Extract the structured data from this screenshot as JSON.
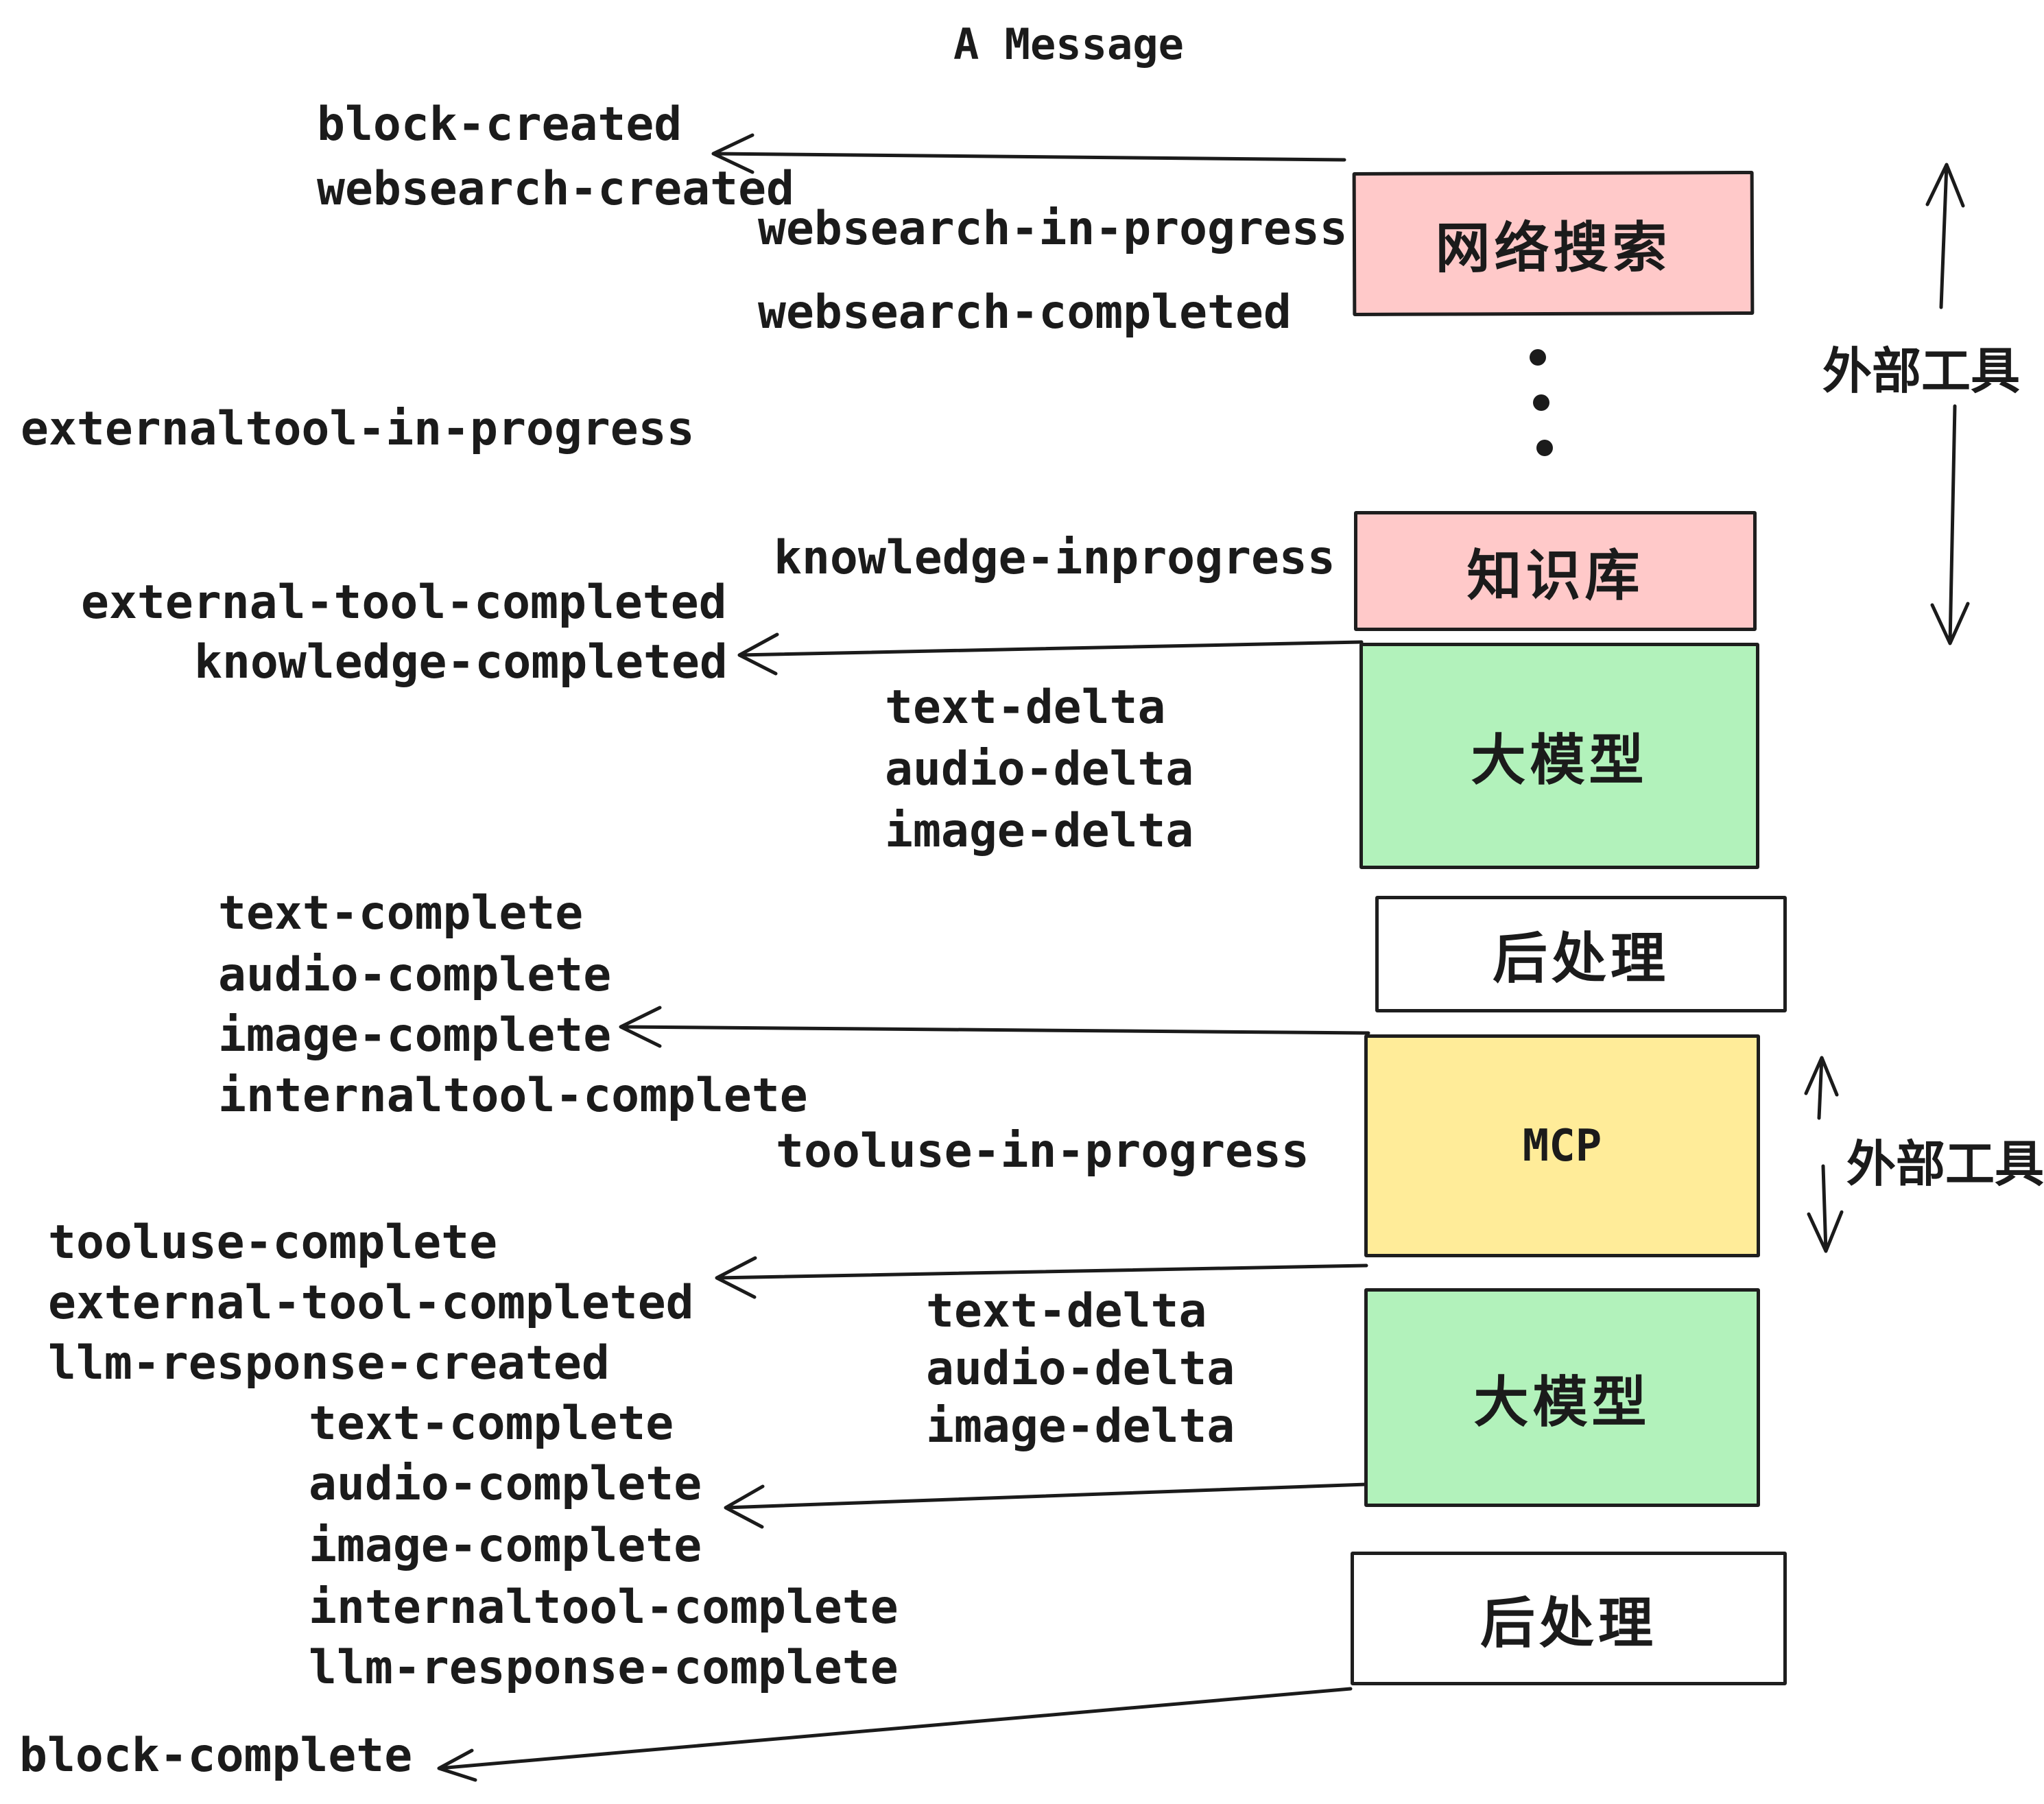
{
  "title": "A Message",
  "events": {
    "block_created": "block-created",
    "websearch_created": "websearch-created",
    "websearch_in_progress": "websearch-in-progress",
    "websearch_completed": "websearch-completed",
    "externaltool_in_progress": "externaltool-in-progress",
    "knowledge_inprogress": "knowledge-inprogress",
    "external_tool_completed": "external-tool-completed",
    "knowledge_completed": "knowledge-completed",
    "text_delta": "text-delta",
    "audio_delta": "audio-delta",
    "image_delta": "image-delta",
    "text_complete": "text-complete",
    "audio_complete": "audio-complete",
    "image_complete": "image-complete",
    "internaltool_complete": "internaltool-complete",
    "tooluse_in_progress": "tooluse-in-progress",
    "tooluse_complete": "tooluse-complete",
    "llm_response_created": "llm-response-created",
    "llm_response_complete": "llm-response-complete",
    "block_complete": "block-complete"
  },
  "boxes": {
    "websearch": {
      "label": "网络搜索",
      "fill": "#ffc9c9"
    },
    "knowledge": {
      "label": "知识库",
      "fill": "#ffc9c9"
    },
    "llm": {
      "label": "大模型",
      "fill": "#b2f2bb"
    },
    "post": {
      "label": "后处理",
      "fill": "#ffffff"
    },
    "mcp": {
      "label": "MCP",
      "fill": "#ffec99"
    }
  },
  "annotations": {
    "external_tools": "外部工具"
  },
  "colors": {
    "stroke": "#1e1e1e",
    "text": "#1b1b1b",
    "pink": "#ffc9c9",
    "green": "#b2f2bb",
    "yellow": "#ffec99",
    "background": "#ffffff"
  }
}
